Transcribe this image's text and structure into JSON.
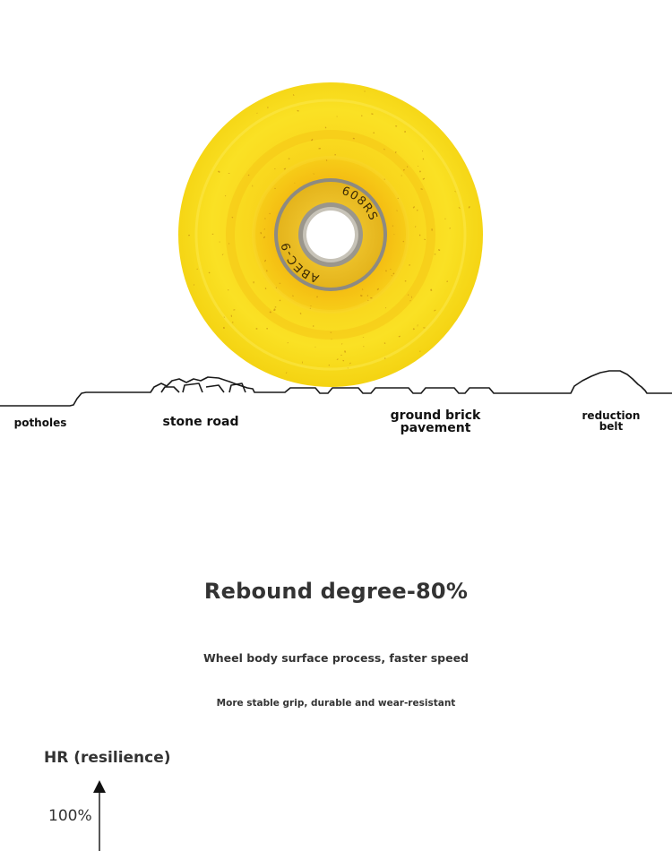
{
  "product": {
    "bearing_text_top": "608RS",
    "bearing_text_side": "ABEC-9",
    "wheel_color": "#F9E01E",
    "wheel_edge_color": "#F5CE14",
    "hub_color": "#F2B60E"
  },
  "terrain": {
    "labels": {
      "potholes": "potholes",
      "stone_road": "stone road",
      "ground_brick_line1": "ground brick",
      "ground_brick_line2": "pavement",
      "reduction_line1": "reduction",
      "reduction_line2": "belt"
    },
    "line_color": "#1a1a1a"
  },
  "headline": "Rebound degree-80%",
  "subtitle_1": "Wheel body surface process, faster speed",
  "subtitle_2": "More stable grip, durable and wear-resistant",
  "chart": {
    "y_label": "HR (resilience)",
    "tick_100": "100%"
  }
}
